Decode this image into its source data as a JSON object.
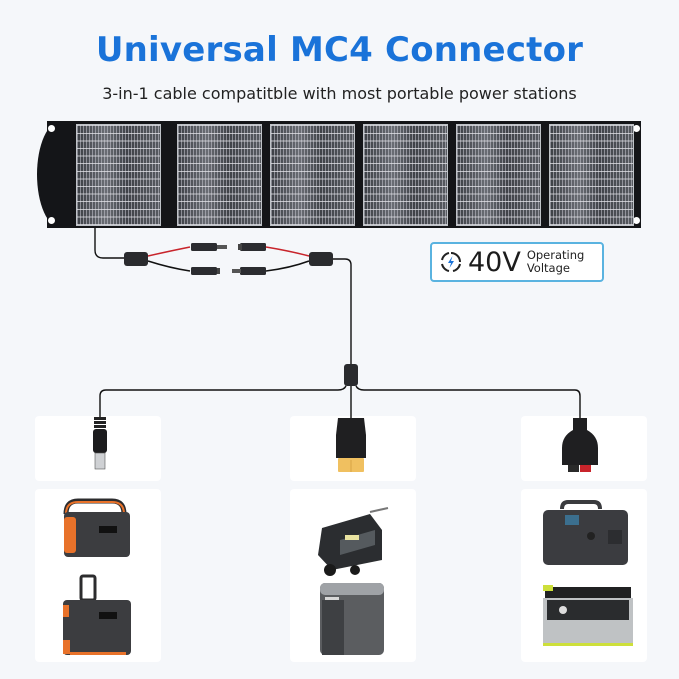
{
  "header": {
    "title": "Universal MC4 Connector",
    "subtitle": "3-in-1 cable compatitble with most portable power stations"
  },
  "badge": {
    "icon": "lightning-bolt-icon",
    "value": "40V",
    "label_line1": "Operating",
    "label_line2": "Voltage",
    "border_color": "#5ab3e0",
    "icon_color": "#1a73d9"
  },
  "solar_panel": {
    "cells": 6,
    "frame_color": "#141518"
  },
  "cable": {
    "connector_type": "MC4",
    "positive_color": "#c8242b",
    "negative_color": "#111111"
  },
  "outputs": [
    {
      "connector": "DC 8mm barrel plug",
      "icon": "dc-barrel-connector-icon",
      "devices": [
        "orange-gray portable power station with handle",
        "orange-gray power station with telescoping handle"
      ]
    },
    {
      "connector": "XT60",
      "icon": "xt60-connector-icon",
      "devices": [
        "wheeled power station with pull handle",
        "large gray power station"
      ]
    },
    {
      "connector": "Anderson",
      "icon": "anderson-connector-icon",
      "devices": [
        "dark gray compact power station",
        "silver yellow-trim power station"
      ]
    }
  ],
  "colors": {
    "accent": "#1a73d9",
    "background": "#f5f7fa",
    "card": "#ffffff"
  }
}
